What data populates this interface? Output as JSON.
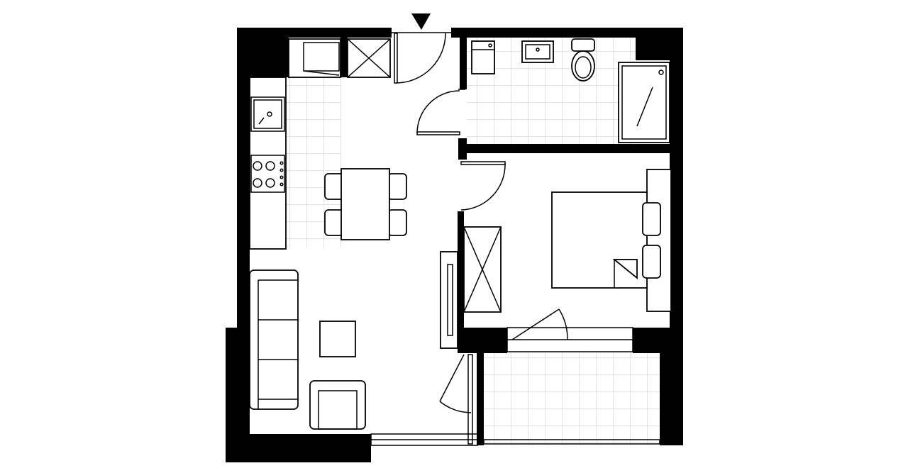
{
  "plan": {
    "colors": {
      "wall": "#000000",
      "tile_grid": "#c8c8c8",
      "background": "#ffffff"
    },
    "entrance_marker": "triangle-down-icon",
    "rooms": [
      "kitchen-living",
      "bathroom",
      "bedroom",
      "balcony",
      "hall"
    ],
    "fixtures": [
      "fridge",
      "kitchen-sink",
      "cooktop",
      "washing-machine",
      "washbasin",
      "toilet",
      "shower",
      "double-bed",
      "wardrobe",
      "sofa",
      "armchair",
      "coffee-table",
      "dining-table",
      "tv-unit"
    ]
  }
}
